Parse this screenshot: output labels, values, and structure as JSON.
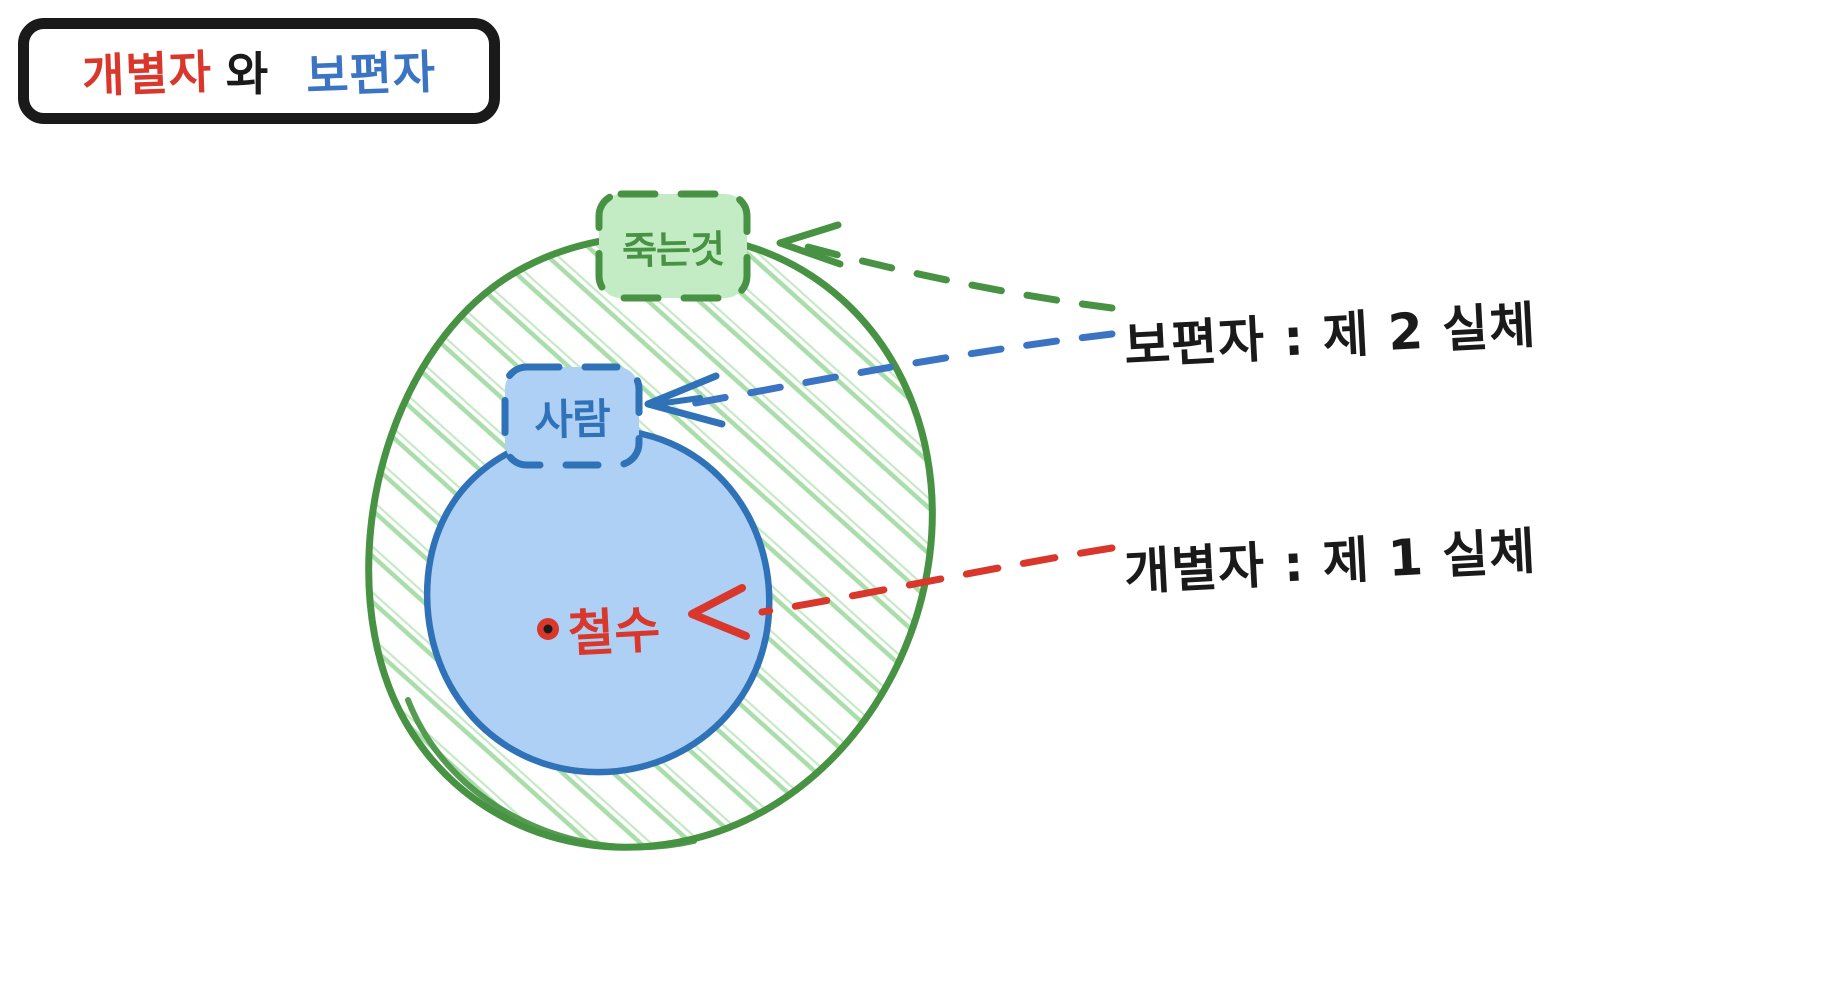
{
  "title_box": {
    "segments": [
      {
        "text": "개별자",
        "color": "#d9372c"
      },
      {
        "text": "와",
        "color": "#1a1a1a"
      },
      {
        "text": "보편자",
        "color": "#3c74c4"
      }
    ],
    "border_color": "#1a1a1a"
  },
  "diagram": {
    "outer_set": {
      "label": "죽는것",
      "stroke_color": "#479343",
      "fill_color": "#bfe6bf",
      "hatch_color": "#a9ddaa",
      "label_box_fill": "#c3ebc4",
      "label_box_stroke": "#479343"
    },
    "inner_set": {
      "label": "사람",
      "stroke_color": "#2f72b8",
      "fill_color": "#aed0f5",
      "label_box_fill": "#aed0f5",
      "label_box_stroke": "#2f72b8"
    },
    "individual": {
      "label": "철수",
      "color": "#d9372c",
      "dot_color": "#d9372c",
      "dot_center_color": "#1a1a1a"
    }
  },
  "annotations": [
    {
      "id": "universal",
      "text": "보편자 : 제 2 실체",
      "text_color": "#1a1a1a",
      "leader_colors": [
        "#479343",
        "#3c74c4"
      ]
    },
    {
      "id": "particular",
      "text": "개별자 : 제 1 실체",
      "text_color": "#1a1a1a",
      "leader_colors": [
        "#d9372c"
      ]
    }
  ]
}
